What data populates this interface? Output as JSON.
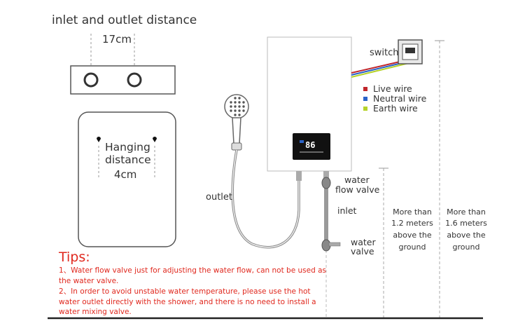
{
  "inlet_outlet": {
    "title": "inlet and outlet distance",
    "distance": "17cm"
  },
  "hanging": {
    "line1": "Hanging",
    "line2": "distance",
    "value": "4cm"
  },
  "heater": {
    "display": "86"
  },
  "switch_label": "switch",
  "wires": [
    {
      "label": "Live wire",
      "color": "#c0262b"
    },
    {
      "label": "Neutral wire",
      "color": "#2a63c9"
    },
    {
      "label": "Earth wire",
      "color": "#b6d22a"
    }
  ],
  "callouts": {
    "outlet": "outlet",
    "flow_valve_1": "water",
    "flow_valve_2": "flow valve",
    "inlet": "inlet",
    "water_valve_1": "water",
    "water_valve_2": "valve"
  },
  "heights": {
    "low": [
      "More than",
      "1.2 meters",
      "above the",
      "ground"
    ],
    "high": [
      "More than",
      "1.6 meters",
      "above the",
      "ground"
    ]
  },
  "tips": {
    "title": "Tips:",
    "item1": "1、Water flow valve just for adjusting the water flow, can not be used as the water valve.",
    "item2": "2、In order to avoid unstable water temperature, please use the hot water outlet directly with the shower, and there is no need to install a water mixing valve."
  },
  "colors": {
    "tips": "#e0281e",
    "display_bg": "#111111",
    "display_digits": "#ffffff"
  }
}
